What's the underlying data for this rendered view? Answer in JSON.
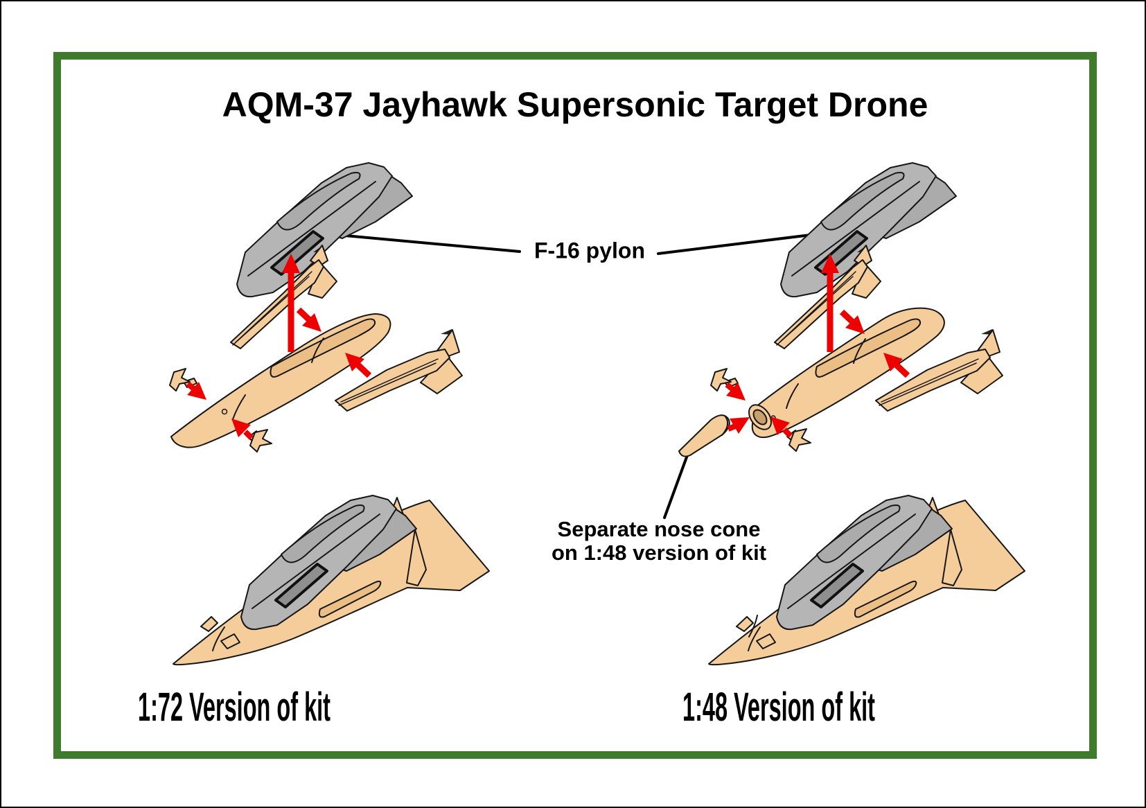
{
  "page": {
    "title": "AQM-37 Jayhawk Supersonic Target Drone"
  },
  "annotations": {
    "f16_pylon_label": "F-16 pylon",
    "nose_cone_note_line1": "Separate nose cone",
    "nose_cone_note_line2": "on 1:48 version of kit"
  },
  "captions": {
    "left_kit": "1:72 Version of kit",
    "right_kit": "1:48 Version of kit"
  },
  "colors": {
    "frame_green": "#3e7b2c",
    "background": "#ffffff",
    "outer_border": "#000000",
    "part_tan": "#f5cd9b",
    "part_tan_shade": "#ebbe86",
    "pylon_gray": "#b5b5b5",
    "assembly_arrow_red": "#ee0000",
    "outline_black": "#161616"
  },
  "diagrams": {
    "left_exploded": {
      "name": "1:72 scale exploded view",
      "parts": [
        "F-16 pylon",
        "wing assembly",
        "fuselage",
        "tail assembly",
        "upper nose fin",
        "lower nose fin"
      ]
    },
    "right_exploded": {
      "name": "1:48 scale exploded view",
      "parts": [
        "F-16 pylon",
        "wing assembly",
        "fuselage with open nose",
        "tail assembly",
        "upper nose fin",
        "lower nose fin",
        "separate nose cone"
      ]
    },
    "left_assembled": {
      "name": "assembled 1:72 kit with pylon"
    },
    "right_assembled": {
      "name": "assembled 1:48 kit with pylon and nose cone seam"
    }
  }
}
